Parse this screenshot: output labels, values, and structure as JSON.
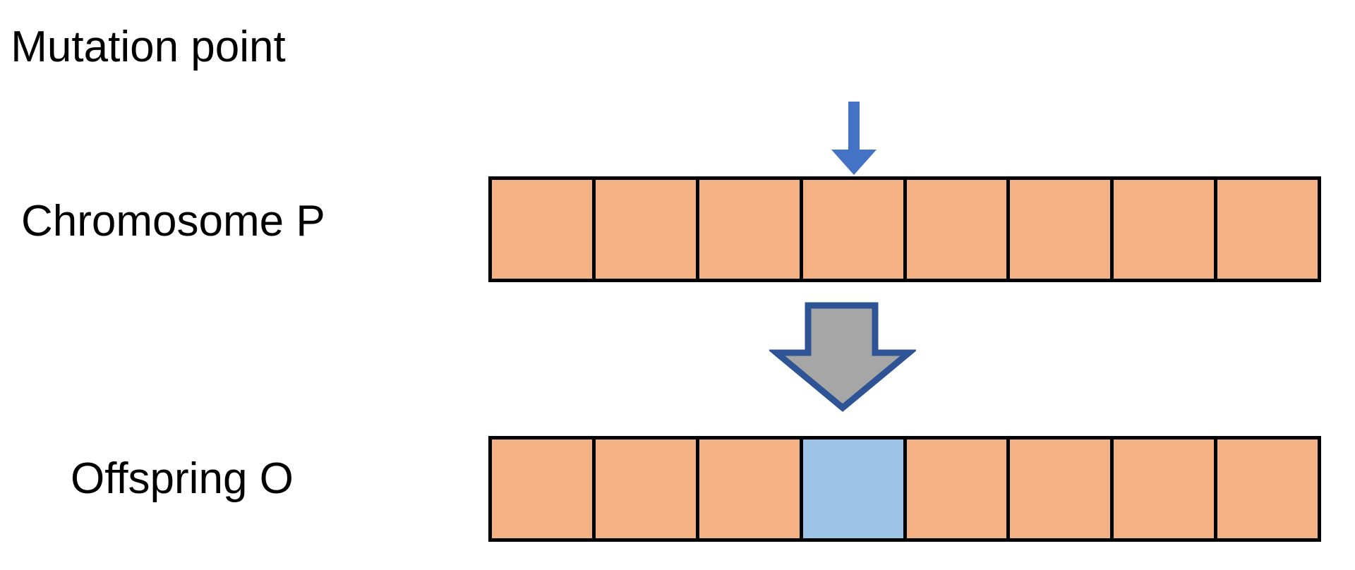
{
  "diagram": {
    "title": "Mutation point",
    "background_color": "#FFFFFF",
    "rows": [
      {
        "name": "chromosome-p",
        "label": "Chromosome P",
        "cell_count": 8,
        "cells": [
          {
            "index": 1,
            "state": "normal",
            "color": "#F4B183"
          },
          {
            "index": 2,
            "state": "normal",
            "color": "#F4B183"
          },
          {
            "index": 3,
            "state": "normal",
            "color": "#F4B183"
          },
          {
            "index": 4,
            "state": "normal",
            "color": "#F4B183"
          },
          {
            "index": 5,
            "state": "normal",
            "color": "#F4B183"
          },
          {
            "index": 6,
            "state": "normal",
            "color": "#F4B183"
          },
          {
            "index": 7,
            "state": "normal",
            "color": "#F4B183"
          },
          {
            "index": 8,
            "state": "normal",
            "color": "#F4B183"
          }
        ]
      },
      {
        "name": "offspring-o",
        "label": "Offspring O",
        "cell_count": 8,
        "cells": [
          {
            "index": 1,
            "state": "normal",
            "color": "#F4B183"
          },
          {
            "index": 2,
            "state": "normal",
            "color": "#F4B183"
          },
          {
            "index": 3,
            "state": "normal",
            "color": "#F4B183"
          },
          {
            "index": 4,
            "state": "mutated",
            "color": "#9DC3E6"
          },
          {
            "index": 5,
            "state": "normal",
            "color": "#F4B183"
          },
          {
            "index": 6,
            "state": "normal",
            "color": "#F4B183"
          },
          {
            "index": 7,
            "state": "normal",
            "color": "#F4B183"
          },
          {
            "index": 8,
            "state": "normal",
            "color": "#F4B183"
          }
        ]
      }
    ],
    "annotations": {
      "mutation_pointer": {
        "icon": "down-arrow-icon",
        "color": "#4472C4",
        "points_to_cell_index": 4
      },
      "transform_arrow": {
        "icon": "block-down-arrow-icon",
        "fill_color": "#A6A6A6",
        "stroke_color": "#2E5496"
      }
    },
    "colors": {
      "gene_normal": "#F4B183",
      "gene_mutated": "#9DC3E6",
      "cell_border": "#000000",
      "pointer_blue": "#4472C4",
      "arrow_gray": "#A6A6A6",
      "arrow_outline": "#2E5496",
      "text": "#000000"
    }
  }
}
